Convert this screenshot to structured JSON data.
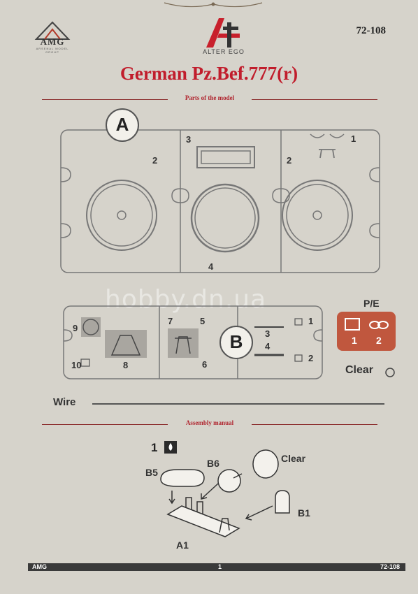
{
  "header": {
    "brand_left_letters": "AMG",
    "brand_left_sub": "ARSENAL MODEL GROUP",
    "brand_center_text": "ALTER EGO",
    "catalog_code": "72-108",
    "title": "German Pz.Bef.777(r)"
  },
  "parts_section": {
    "heading": "Parts of the model",
    "sprue_a": {
      "letter": "A",
      "part_labels": [
        "2",
        "3",
        "4",
        "1",
        "2"
      ]
    },
    "sprue_b": {
      "letter": "B",
      "part_labels": [
        "9",
        "10",
        "8",
        "7",
        "5",
        "6",
        "3",
        "4",
        "1",
        "2"
      ]
    },
    "pe": {
      "label": "P/E",
      "part_labels": [
        "1",
        "2"
      ],
      "color": "#c0573e"
    },
    "clear_label": "Clear",
    "wire_label": "Wire"
  },
  "watermark": "hobby.dn.ua",
  "assembly": {
    "heading": "Assembly manual",
    "step_number": "1",
    "labels": {
      "b5": "B5",
      "b6": "B6",
      "clear": "Clear",
      "b1": "B1",
      "a1": "A1"
    }
  },
  "footer": {
    "left": "AMG",
    "page": "1",
    "code": "72-108"
  },
  "colors": {
    "title": "#c11d2c",
    "accent_red": "#b0242e",
    "paper": "#d6d3cb"
  }
}
